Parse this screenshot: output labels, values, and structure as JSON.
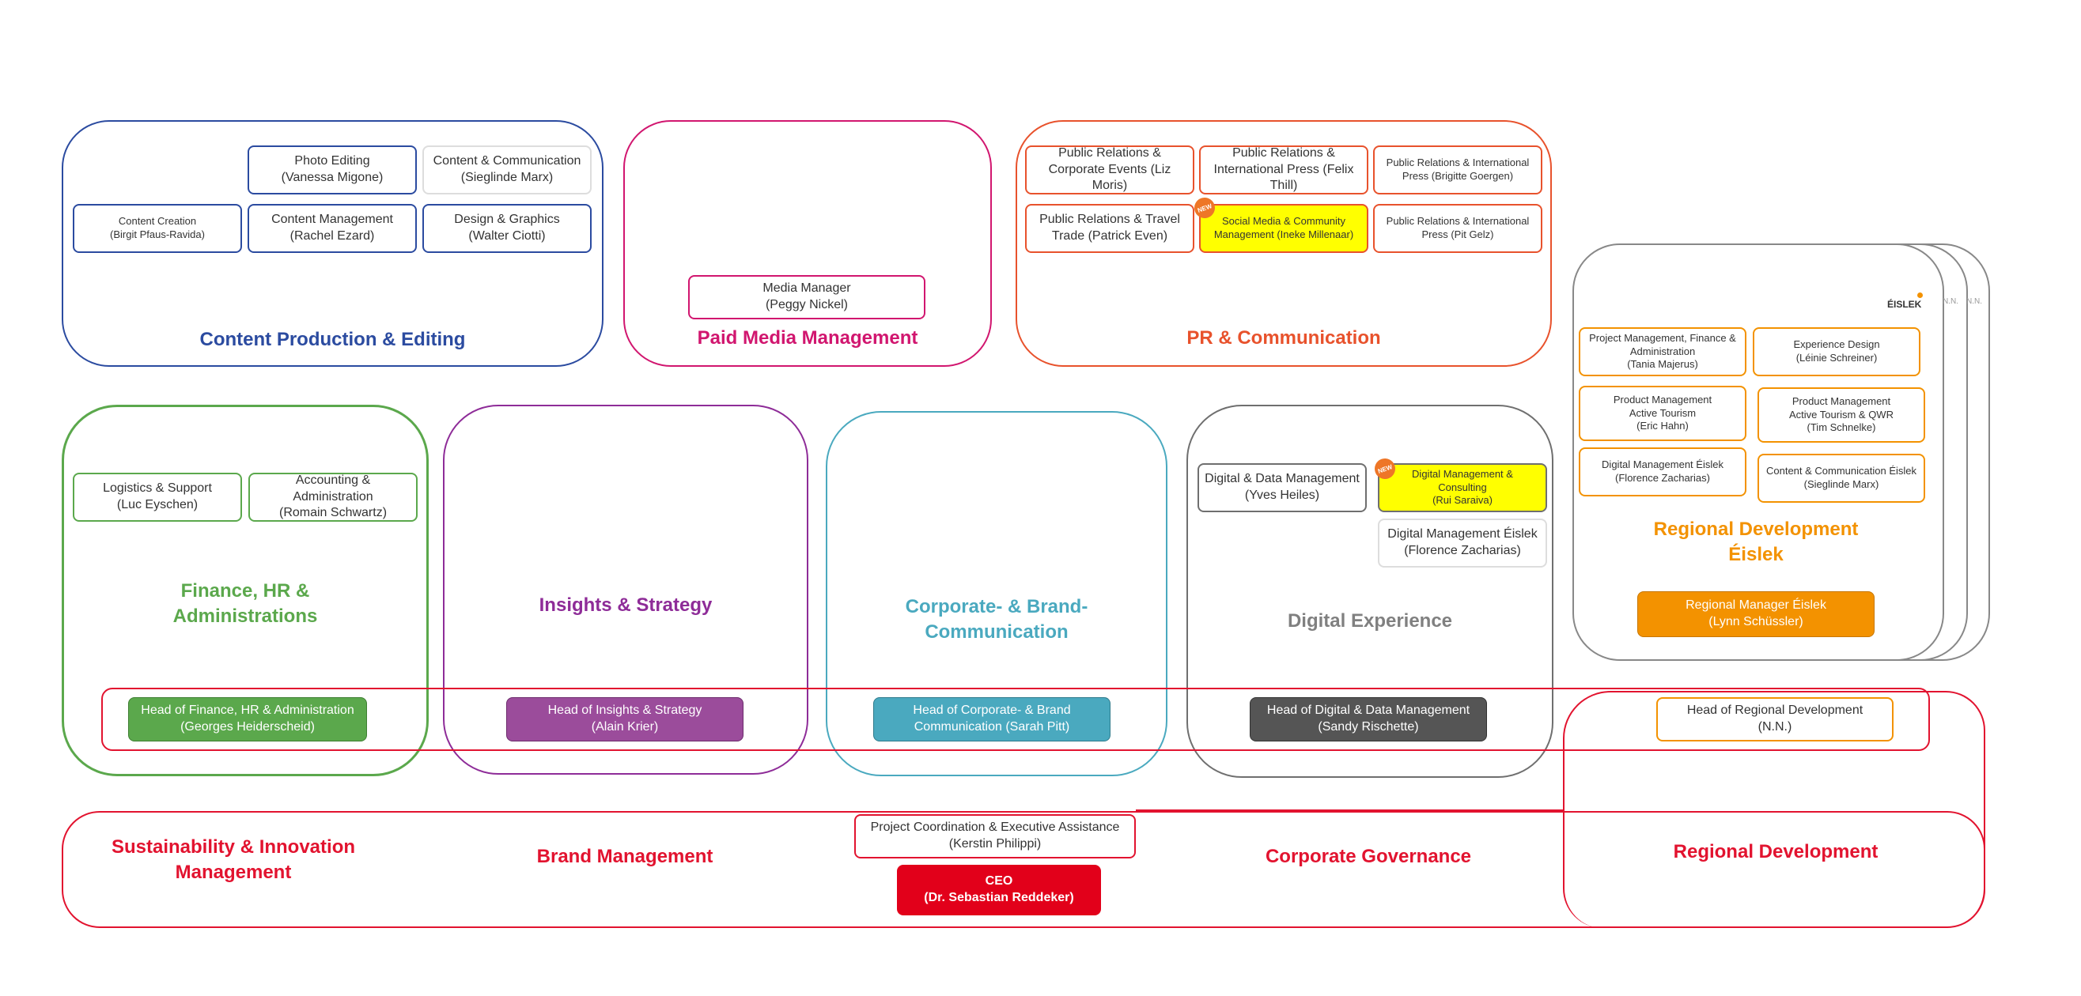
{
  "colors": {
    "content": "#2b4ba0",
    "paid_media": "#d1166f",
    "pr": "#e8522c",
    "finance": "#5ba84c",
    "insights": "#8e2c98",
    "corporate": "#4aa9bf",
    "digital": "#6f6f6f",
    "regional": "#f39200",
    "red": "#e2132f",
    "new_badge": "#ee7627",
    "highlight": "#ffff00"
  },
  "content_production": {
    "title": "Content Production & Editing",
    "photo_editing": "Photo Editing\n(Vanessa Migone)",
    "content_communication": "Content & Communication\n(Sieglinde Marx)",
    "content_creation": "Content Creation\n(Birgit Pfaus-Ravida)",
    "content_management": "Content Management\n(Rachel Ezard)",
    "design_graphics": "Design & Graphics\n(Walter Ciotti)"
  },
  "paid_media": {
    "title": "Paid Media Management",
    "media_manager": "Media Manager\n(Peggy Nickel)"
  },
  "pr": {
    "title": "PR & Communication",
    "corporate_events": "Public Relations &\nCorporate Events (Liz Moris)",
    "international_press_felix": "Public Relations &\nInternational Press (Felix Thill)",
    "international_press_brigitte": "Public Relations & International\nPress (Brigitte Goergen)",
    "travel_trade": "Public Relations & Travel\nTrade (Patrick Even)",
    "social_media": "Social Media & Community\nManagement (Ineke Millenaar)",
    "international_press_pit": "Public Relations & International\nPress (Pit Gelz)",
    "new_badge": "NEW"
  },
  "regional_eislek": {
    "title": "Regional Development\nÉislek",
    "nn_1": "N.N.",
    "nn_2": "N.N.",
    "logo_text": "ÉISLEK",
    "project_management": "Project Management, Finance &\nAdministration\n(Tania Majerus)",
    "experience_design": "Experience Design\n(Léinie Schreiner)",
    "product_active_tourism": "Product Management\nActive Tourism\n(Eric Hahn)",
    "product_qwr": "Product Management\nActive Tourism & QWR\n(Tim Schnelke)",
    "digital_management": "Digital Management Éislek\n(Florence Zacharias)",
    "content_communication": "Content & Communication Éislek\n(Sieglinde Marx)",
    "regional_manager": "Regional Manager Éislek\n(Lynn Schüssler)"
  },
  "finance": {
    "title": "Finance, HR &\nAdministrations",
    "logistics": "Logistics & Support\n(Luc Eyschen)",
    "accounting": "Accounting & Administration\n(Romain Schwartz)",
    "head": "Head of Finance, HR & Administration\n(Georges Heiderscheid)"
  },
  "insights": {
    "title": "Insights & Strategy",
    "head": "Head of Insights & Strategy\n(Alain Krier)"
  },
  "corporate": {
    "title": "Corporate- & Brand-\nCommunication",
    "head": "Head of Corporate- & Brand\nCommunication  (Sarah Pitt)"
  },
  "digital": {
    "title": "Digital Experience",
    "data_management": "Digital & Data Management\n(Yves Heiles)",
    "consulting": "Digital Management &\nConsulting\n(Rui Saraiva)",
    "eislek": "Digital Management Éislek\n(Florence Zacharias)",
    "head": "Head of Digital & Data Management\n(Sandy Rischette)",
    "new_badge": "NEW"
  },
  "regional_head": "Head of Regional Development\n(N.N.)",
  "bottom": {
    "sustainability": "Sustainability & Innovation\nManagement",
    "brand_management": "Brand Management",
    "corporate_governance": "Corporate Governance",
    "regional_development": "Regional Development",
    "project_coordination": "Project Coordination & Executive Assistance\n(Kerstin Philippi)",
    "ceo": "CEO\n(Dr. Sebastian Reddeker)"
  }
}
